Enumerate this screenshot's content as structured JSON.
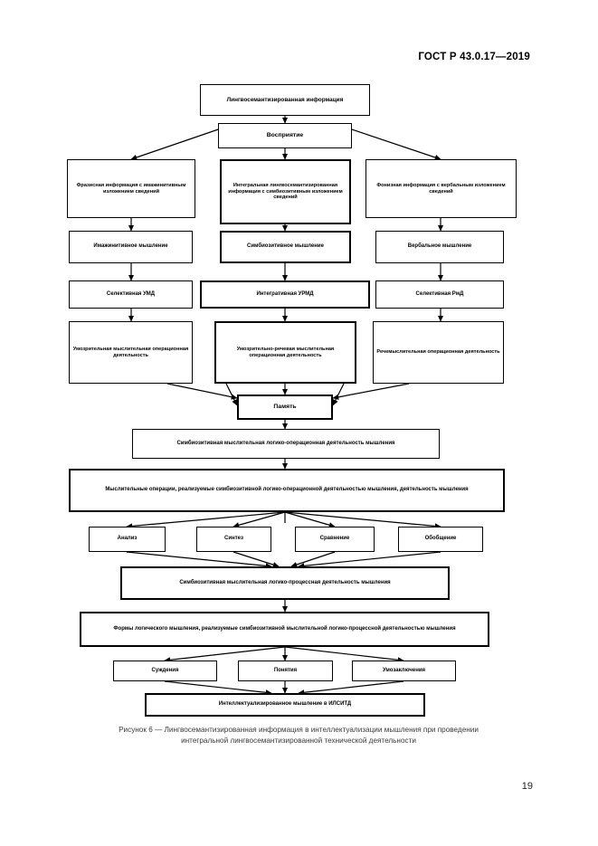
{
  "document": {
    "header": "ГОСТ Р 43.0.17—2019",
    "page_number": "19",
    "caption_line1": "Рисунок 6 — Лингвосемантизированная информация в интеллектуализации мышления при проведении",
    "caption_line2": "интегральной лингвосемантизированной технической деятельности"
  },
  "figure": {
    "nodes": {
      "source": "Лингвосемантизированная информация",
      "perception": "Восприятие",
      "info_left": "Фразисная информация с имажинитивным изложением сведений",
      "info_center": "Интегральная лингвосемантизированная информация с симбиозитивным изложением сведений",
      "info_right": "Фонизная информация с вербальным изложением сведений",
      "thinking_left": "Имажинитивное мышление",
      "thinking_center": "Симбиозитивное мышление",
      "thinking_right": "Вербальное мышление",
      "activity_left": "Селективная УМД",
      "activity_center": "Интегративная УРМД",
      "activity_right": "Селективная РмД",
      "oper_left": "Умозрительная мыслительная операционная деятельность",
      "oper_center": "Умозрительно-речевая мыслительная операционная деятельность",
      "oper_right": "Речемыслительная операционная деятельность",
      "memory": "Память",
      "logic_oper": "Симбиозитивная мыслительная логико-операционная деятельность мышления",
      "mental_operations": "Мыслительные операции, реализуемые симбиозитивной логико-операционной деятельностью мышления, деятельность мышления",
      "op_analysis": "Анализ",
      "op_synthesis": "Синтез",
      "op_comparison": "Сравнение",
      "op_generalization": "Обобщение",
      "logic_process": "Симбиозитивная мыслительная логико-процессная деятельность мышления",
      "logic_forms": "Формы логического мышления, реализуемые симбиозитивной мыслительной логико-процессной деятельностью мышления",
      "form_judgement": "Суждения",
      "form_concept": "Понятия",
      "form_inference": "Умозаключения",
      "result": "Интеллектуализированное мышление в ИЛСИТД"
    },
    "colors": {
      "stroke": "#000000",
      "fill": "#ffffff",
      "caption_text": "#3a3a3a"
    }
  }
}
